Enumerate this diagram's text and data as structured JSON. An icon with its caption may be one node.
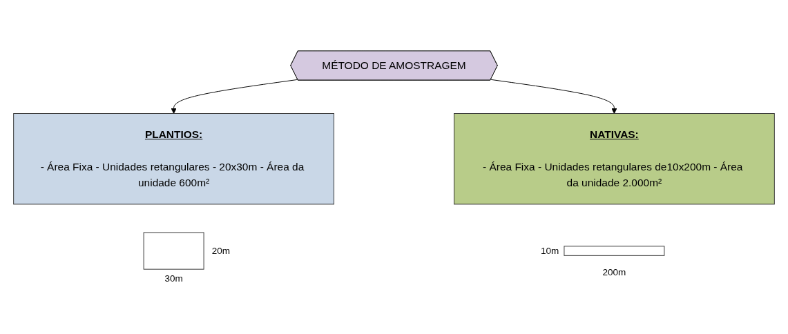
{
  "diagram": {
    "nodes": [
      {
        "text": [
          "MÉTODO DE AMOSTRAGEM"
        ]
      },
      {
        "text": [
          "PLANTIOS:",
          "- Área Fixa - Unidades retangulares - 20x30m - Área da unidade 600m²"
        ]
      },
      {
        "text": [
          "NATIVAS:",
          "- Área Fixa - Unidades retangulares de10x200m - Área da unidade 2.000m²"
        ]
      },
      {
        "text": [],
        "shape": "box",
        "beside": [
          "20m",
          "30m"
        ]
      },
      {
        "text": [],
        "shape": "box",
        "beside": [
          "10m",
          "200m"
        ]
      }
    ],
    "edges": [
      {
        "from": 0,
        "to": 1,
        "arrow": "to"
      },
      {
        "from": 0,
        "to": 2,
        "arrow": "to"
      }
    ]
  }
}
